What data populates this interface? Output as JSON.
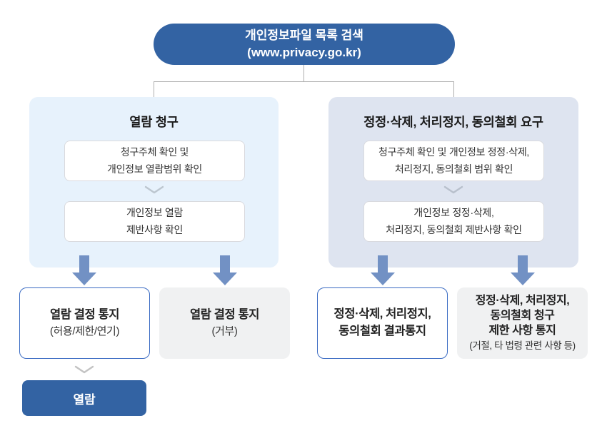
{
  "root_node": {
    "title": "개인정보파일 목록 검색",
    "subtitle": "(www.privacy.go.kr)"
  },
  "left_panel": {
    "title": "열람 청구",
    "step1": {
      "line1": "청구주체 확인 및",
      "line2": "개인정보 열람범위 확인"
    },
    "step2": {
      "line1": "개인정보 열람",
      "line2": "제반사항 확인"
    }
  },
  "right_panel": {
    "title": "정정·삭제, 처리정지, 동의철회 요구",
    "step1": {
      "line1": "청구주체 확인 및 개인정보 정정·삭제,",
      "line2": "처리정지, 동의철회 범위 확인"
    },
    "step2": {
      "line1": "개인정보 정정·삭제,",
      "line2": "처리정지, 동의철회 제반사항 확인"
    }
  },
  "outcomes": {
    "allow": {
      "line1": "열람 결정 통지",
      "sub": "(허용/제한/연기)"
    },
    "deny": {
      "line1": "열람 결정 통지",
      "sub": "(거부)"
    },
    "result": {
      "line1": "정정·삭제, 처리정지,",
      "line2": "동의철회 결과통지"
    },
    "limit": {
      "line1": "정정·삭제, 처리정지,",
      "line2": "동의철회 청구",
      "line3": "제한 사항 통지",
      "sub": "(거절, 타 법령 관련 사항 등)"
    }
  },
  "final_node": {
    "label": "열람"
  },
  "colors": {
    "brand_blue": "#3363a3",
    "arrow_blue": "#7291c4",
    "panel_left_bg": "#e7f2fc",
    "panel_right_bg": "#dee4f0",
    "outline_blue": "#3a6bc3",
    "gray_box_bg": "#f0f1f2",
    "connector_gray": "#aeaeae"
  }
}
